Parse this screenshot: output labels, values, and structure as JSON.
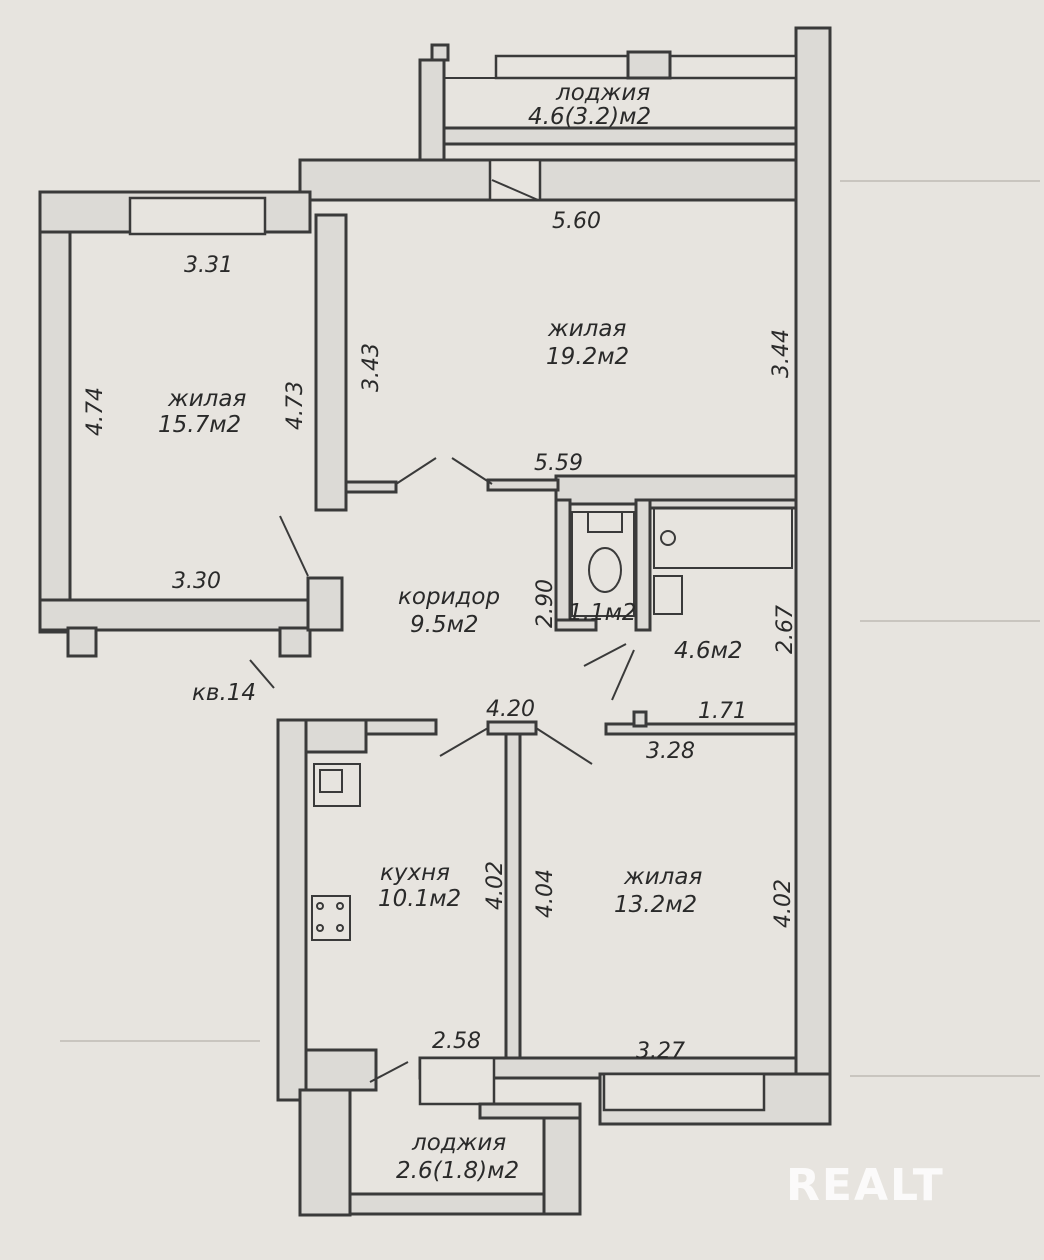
{
  "plan": {
    "apartment_label": "кв.14",
    "rooms": [
      {
        "id": "loggia-top",
        "name": "лоджия",
        "area": "4.6(3.2)м2"
      },
      {
        "id": "living-1",
        "name": "жилая",
        "area": "15.7м2"
      },
      {
        "id": "living-2",
        "name": "жилая",
        "area": "19.2м2"
      },
      {
        "id": "corridor",
        "name": "коридор",
        "area": "9.5м2"
      },
      {
        "id": "wc",
        "name": "",
        "area": "1.1м2"
      },
      {
        "id": "bath",
        "name": "",
        "area": "4.6м2"
      },
      {
        "id": "kitchen",
        "name": "кухня",
        "area": "10.1м2"
      },
      {
        "id": "living-3",
        "name": "жилая",
        "area": "13.2м2"
      },
      {
        "id": "loggia-bottom",
        "name": "лоджия",
        "area": "2.6(1.8)м2"
      }
    ],
    "dimensions": {
      "d_5_60": "5.60",
      "d_3_31": "3.31",
      "d_4_74": "4.74",
      "d_4_73": "4.73",
      "d_3_43": "3.43",
      "d_3_44": "3.44",
      "d_5_59": "5.59",
      "d_3_30": "3.30",
      "d_2_90": "2.90",
      "d_2_67": "2.67",
      "d_4_20": "4.20",
      "d_1_71": "1.71",
      "d_3_28": "3.28",
      "d_4_02_kitchen": "4.02",
      "d_4_04": "4.04",
      "d_4_02_right": "4.02",
      "d_2_58": "2.58",
      "d_3_27": "3.27"
    }
  },
  "watermark": "REALT"
}
